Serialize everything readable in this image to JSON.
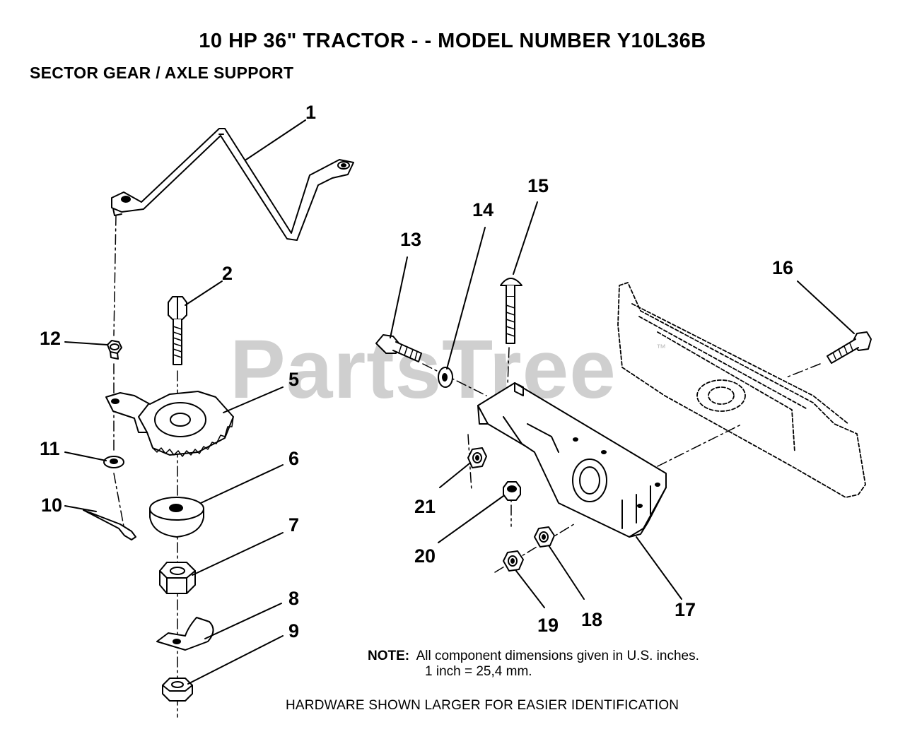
{
  "header": {
    "title": "10 HP 36\" TRACTOR - - MODEL NUMBER Y10L36B",
    "subtitle": "SECTOR GEAR / AXLE SUPPORT"
  },
  "watermark": {
    "text": "PartsTree",
    "mark": "™"
  },
  "callouts": [
    "1",
    "2",
    "5",
    "6",
    "7",
    "8",
    "9",
    "10",
    "11",
    "12",
    "13",
    "14",
    "15",
    "16",
    "17",
    "18",
    "19",
    "20",
    "21"
  ],
  "note": {
    "label": "NOTE:",
    "line1": "All component dimensions given in U.S. inches.",
    "line2": "1 inch = 25,4 mm."
  },
  "footer": "HARDWARE SHOWN LARGER FOR EASIER IDENTIFICATION"
}
